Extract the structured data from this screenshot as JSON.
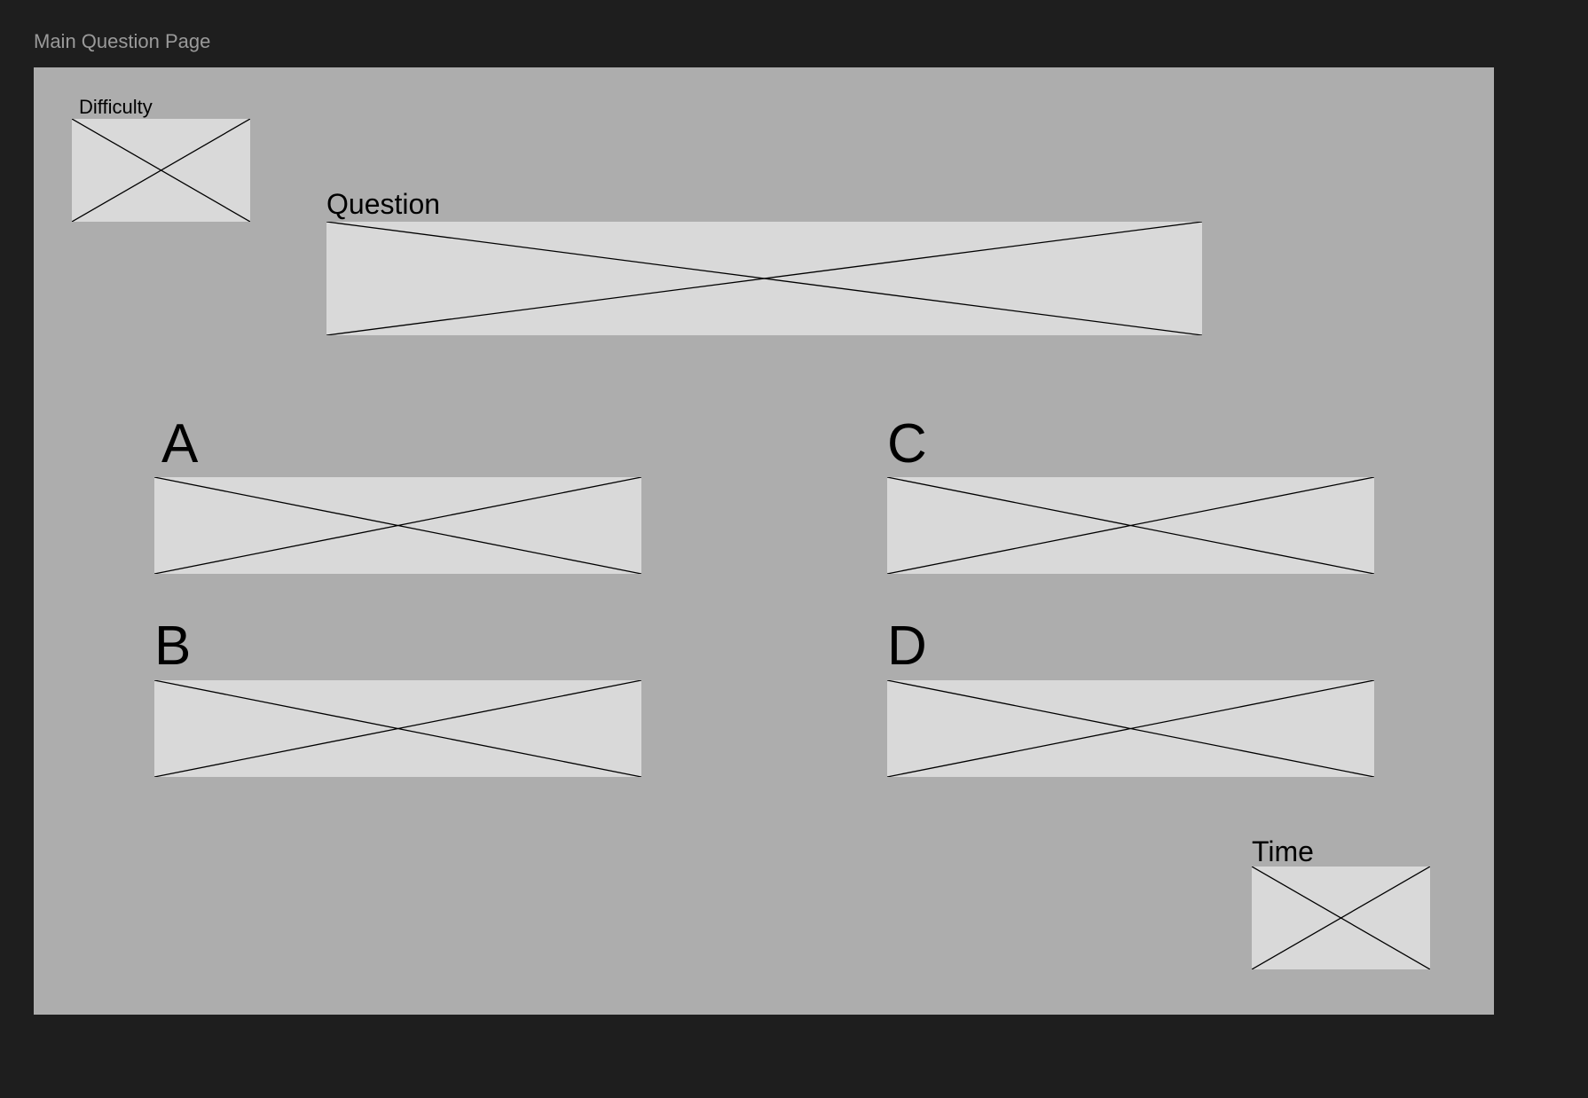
{
  "frame": {
    "title": "Main Question Page"
  },
  "difficulty": {
    "label": "Difficulty"
  },
  "question": {
    "label": "Question"
  },
  "options": {
    "a": {
      "label": "A"
    },
    "b": {
      "label": "B"
    },
    "c": {
      "label": "C"
    },
    "d": {
      "label": "D"
    }
  },
  "time": {
    "label": "Time"
  },
  "colors": {
    "canvas": "#1e1e1e",
    "frame": "#adadad",
    "placeholder": "#d9d9d9",
    "frame_title": "#9a9a9a"
  }
}
